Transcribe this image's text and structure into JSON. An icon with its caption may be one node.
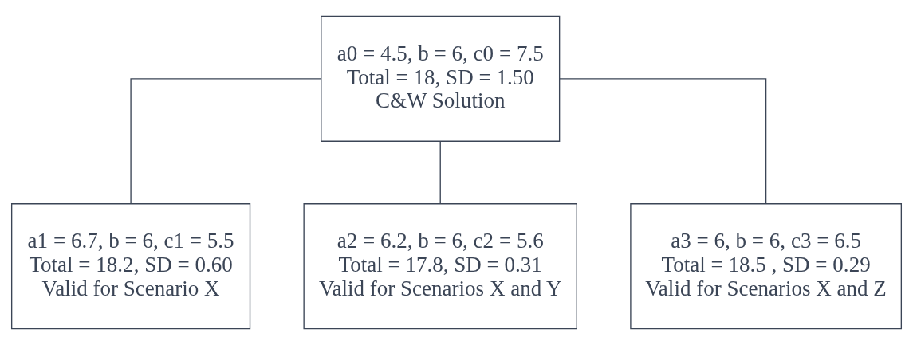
{
  "diagram": {
    "nodes": [
      {
        "text": [
          "a0 = 4.5, b = 6, c0 = 7.5",
          "Total = 18, SD = 1.50",
          "C&W Solution"
        ]
      },
      {
        "text": [
          "a1 = 6.7, b = 6, c1 = 5.5",
          "Total = 18.2, SD = 0.60",
          "Valid for Scenario X"
        ]
      },
      {
        "text": [
          "a2 = 6.2, b = 6, c2 = 5.6",
          "Total = 17.8, SD = 0.31",
          "Valid for Scenarios X and Y"
        ]
      },
      {
        "text": [
          "a3 = 6, b = 6, c3 = 6.5",
          "Total = 18.5 , SD = 0.29",
          "Valid for Scenarios X and Z"
        ]
      }
    ],
    "edges": [
      {
        "from": 0,
        "to": 1,
        "arrow": "none"
      },
      {
        "from": 0,
        "to": 2,
        "arrow": "none"
      },
      {
        "from": 0,
        "to": 3,
        "arrow": "none"
      }
    ]
  }
}
